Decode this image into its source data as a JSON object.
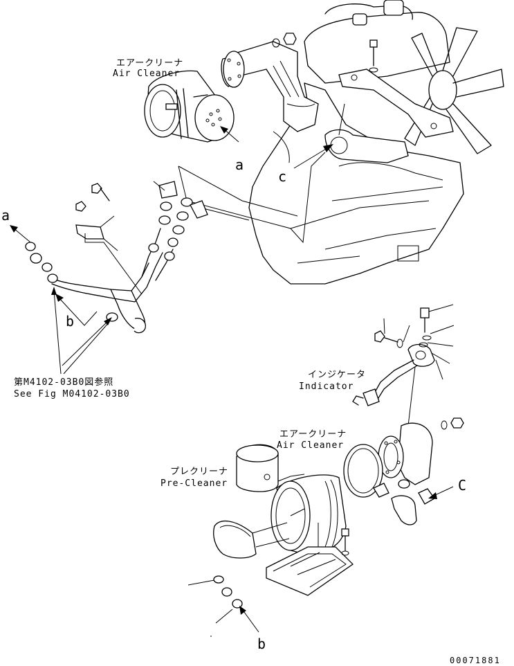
{
  "labels": {
    "air_cleaner_top_jp": "エアークリーナ",
    "air_cleaner_top_en": "Air Cleaner",
    "air_cleaner_bottom_jp": "エアークリーナ",
    "air_cleaner_bottom_en": "Air Cleaner",
    "pre_cleaner_jp": "プレクリーナ",
    "pre_cleaner_en": "Pre-Cleaner",
    "indicator_jp": "インジケータ",
    "indicator_en": "Indicator",
    "see_fig_jp": "第M4102-03B0図参照",
    "see_fig_en": "See Fig M04102-03B0",
    "callout_a_left": "a",
    "callout_a_center": "a",
    "callout_b_left": "b",
    "callout_b_bottom": "b",
    "callout_c_top": "c",
    "callout_c_bottom": "C",
    "drawing_number": "00071881"
  }
}
